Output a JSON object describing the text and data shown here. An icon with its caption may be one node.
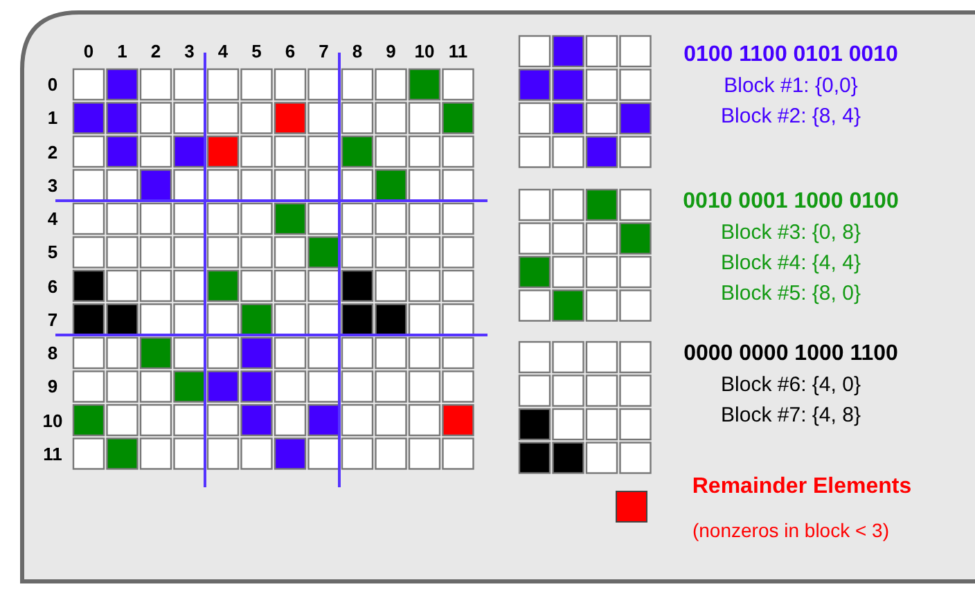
{
  "diagram": {
    "labels": [
      "0",
      "1",
      "2",
      "3",
      "4",
      "5",
      "6",
      "7",
      "8",
      "9",
      "10",
      "11",
      "0",
      "1",
      "2",
      "3",
      "4",
      "5",
      "6",
      "7",
      "8",
      "9",
      "10",
      "11",
      "0100 1100 0101 0010",
      "Block #1: {0,0}",
      "Block #2: {8, 4}",
      "0010 0001 1000 0100",
      "Block #3: {0, 8}",
      "Block #4: {4, 4}",
      "Block #5: {8, 0}",
      "0000 0000 1000 1100",
      "Block #6: {4, 0}",
      "Block #7: {4, 8}",
      "(nonzeros in block < 3)"
    ],
    "legend": [
      {
        "text": "Remainder Elements",
        "color": "#ff0000"
      }
    ]
  }
}
